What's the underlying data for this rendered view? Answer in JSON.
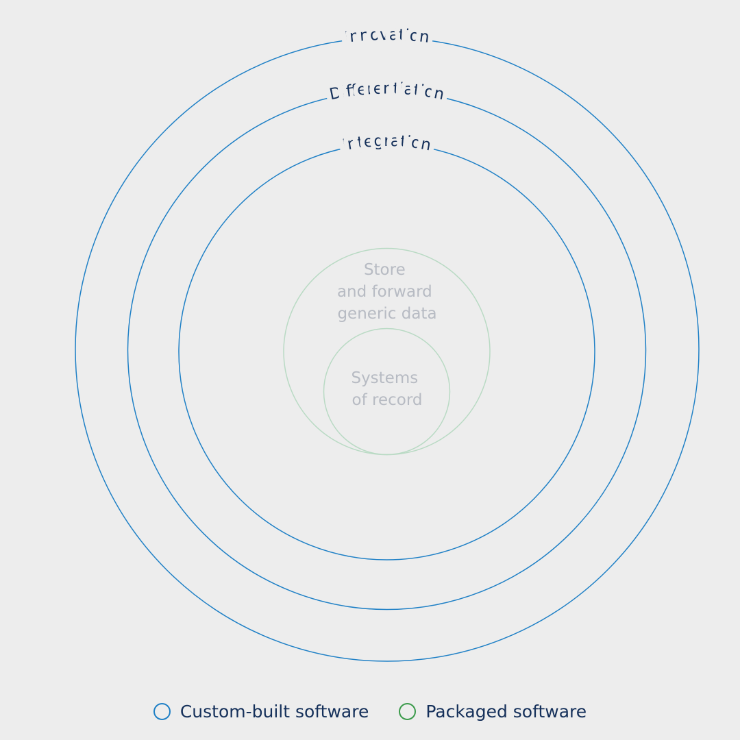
{
  "diagram": {
    "rings": [
      {
        "label": "Innovation",
        "category": "custom"
      },
      {
        "label": "Differentiation",
        "category": "custom"
      },
      {
        "label": "Integration",
        "category": "custom"
      }
    ],
    "core": [
      {
        "lines": [
          "Store",
          "and forward",
          "generic data"
        ],
        "category": "packaged"
      },
      {
        "lines": [
          "Systems",
          "of record"
        ],
        "category": "packaged"
      }
    ]
  },
  "legend": [
    {
      "label": "Custom-built software",
      "color": "#1f80c6"
    },
    {
      "label": "Packaged software",
      "color": "#3a9a4a"
    }
  ]
}
